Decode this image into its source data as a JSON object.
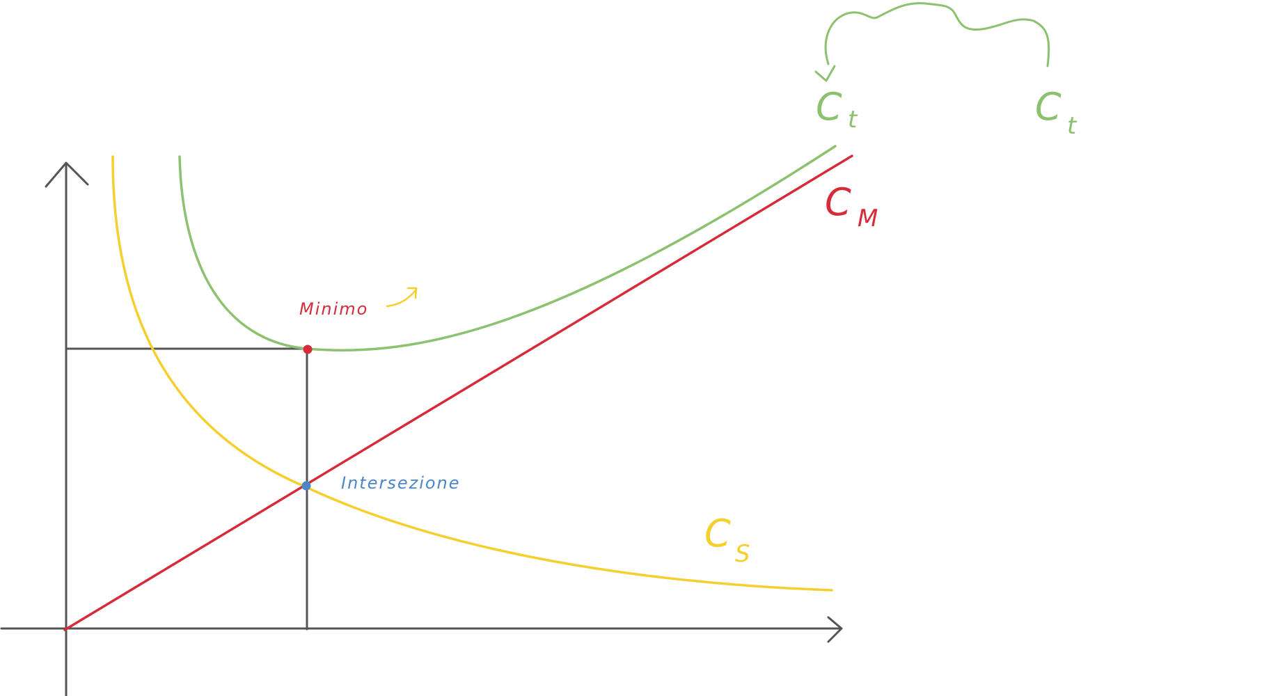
{
  "colors": {
    "axis": "#555555",
    "total_cost": "#8bc16f",
    "maintenance_cost": "#d62b38",
    "setup_cost": "#f5cf2e",
    "intersection": "#4a86c8",
    "minimum": "#d62b38"
  },
  "labels": {
    "minimum": "Minimo",
    "intersection": "Intersezione",
    "total_main": "C",
    "total_sub": "t",
    "total_alt_main": "C",
    "total_alt_sub": "t",
    "maintenance_main": "C",
    "maintenance_sub": "M",
    "setup_main": "C",
    "setup_sub": "S"
  },
  "curves": [
    {
      "key": "total_cost",
      "shape": "U-shaped, minimum above intersection"
    },
    {
      "key": "maintenance_cost",
      "shape": "straight line from origin, increasing"
    },
    {
      "key": "setup_cost",
      "shape": "hyperbola, decreasing"
    }
  ]
}
